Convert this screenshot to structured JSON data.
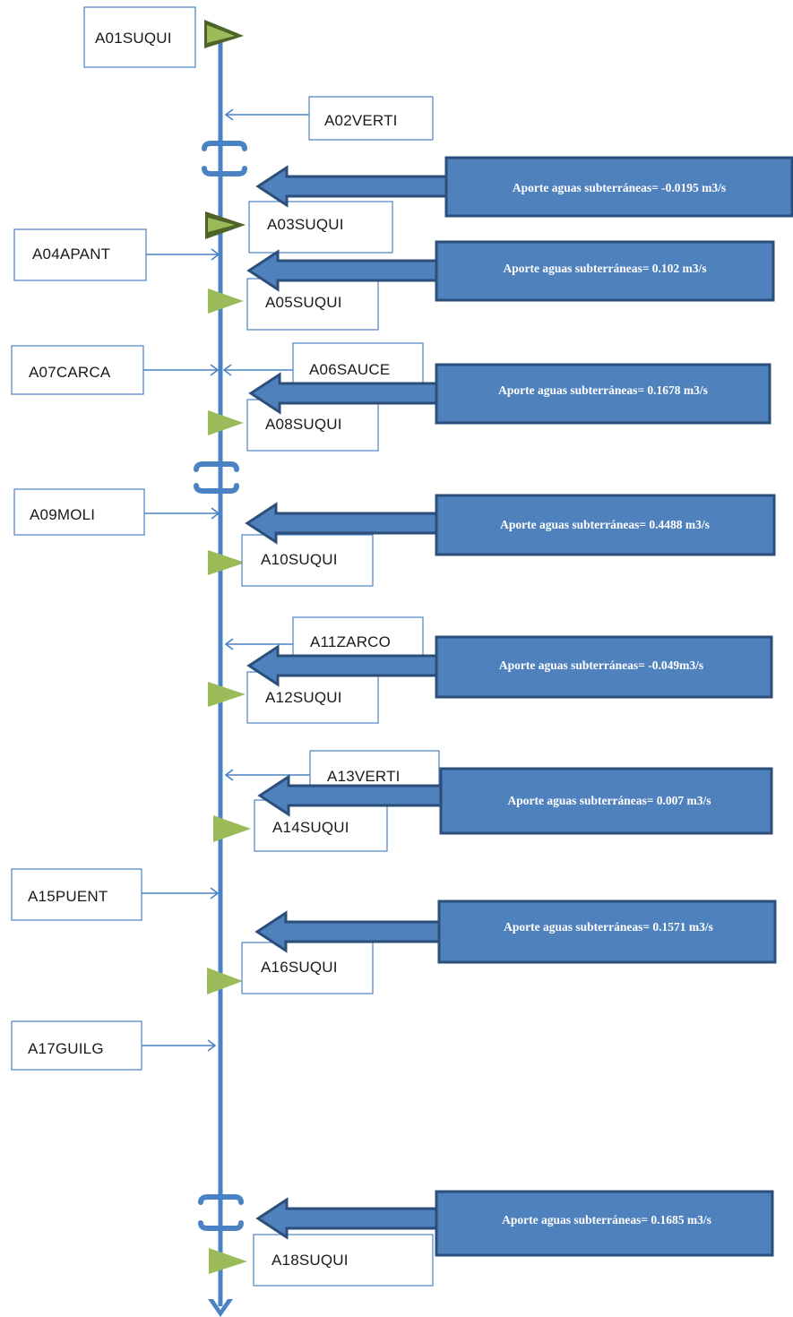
{
  "stations": [
    {
      "id": "A01",
      "label": "A01SUQUI"
    },
    {
      "id": "A02",
      "label": "A02VERTI"
    },
    {
      "id": "A03",
      "label": "A03SUQUI"
    },
    {
      "id": "A04",
      "label": "A04APANT"
    },
    {
      "id": "A05",
      "label": "A05SUQUI"
    },
    {
      "id": "A06",
      "label": "A06SAUCE"
    },
    {
      "id": "A07",
      "label": "A07CARCA"
    },
    {
      "id": "A08",
      "label": "A08SUQUI"
    },
    {
      "id": "A09",
      "label": "A09MOLI"
    },
    {
      "id": "A10",
      "label": "A10SUQUI"
    },
    {
      "id": "A11",
      "label": "A11ZARCO"
    },
    {
      "id": "A12",
      "label": "A12SUQUI"
    },
    {
      "id": "A13",
      "label": "A13VERTI"
    },
    {
      "id": "A14",
      "label": "A14SUQUI"
    },
    {
      "id": "A15",
      "label": "A15PUENT"
    },
    {
      "id": "A16",
      "label": "A16SUQUI"
    },
    {
      "id": "A17",
      "label": "A17GUILG"
    },
    {
      "id": "A18",
      "label": "A18SUQUI"
    }
  ],
  "groundwater": [
    {
      "text": "Aporte aguas subterráneas= -0.0195 m3/s"
    },
    {
      "text": "Aporte aguas subterráneas= 0.102 m3/s"
    },
    {
      "text": "Aporte aguas subterráneas= 0.1678 m3/s"
    },
    {
      "text": "Aporte aguas subterráneas= 0.4488 m3/s"
    },
    {
      "text": "Aporte aguas subterráneas=  -0.049m3/s"
    },
    {
      "text": "Aporte aguas subterráneas= 0.007 m3/s"
    },
    {
      "text": "Aporte aguas subterráneas= 0.1571 m3/s"
    },
    {
      "text": "Aporte aguas subterráneas= 0.1685 m3/s"
    }
  ],
  "colors": {
    "river": "#4a82c3",
    "gw_fill": "#4f81bd",
    "gw_border": "#2b4e7a",
    "gauge_dark": "#4f6228",
    "gauge_light": "#9bbb59"
  }
}
